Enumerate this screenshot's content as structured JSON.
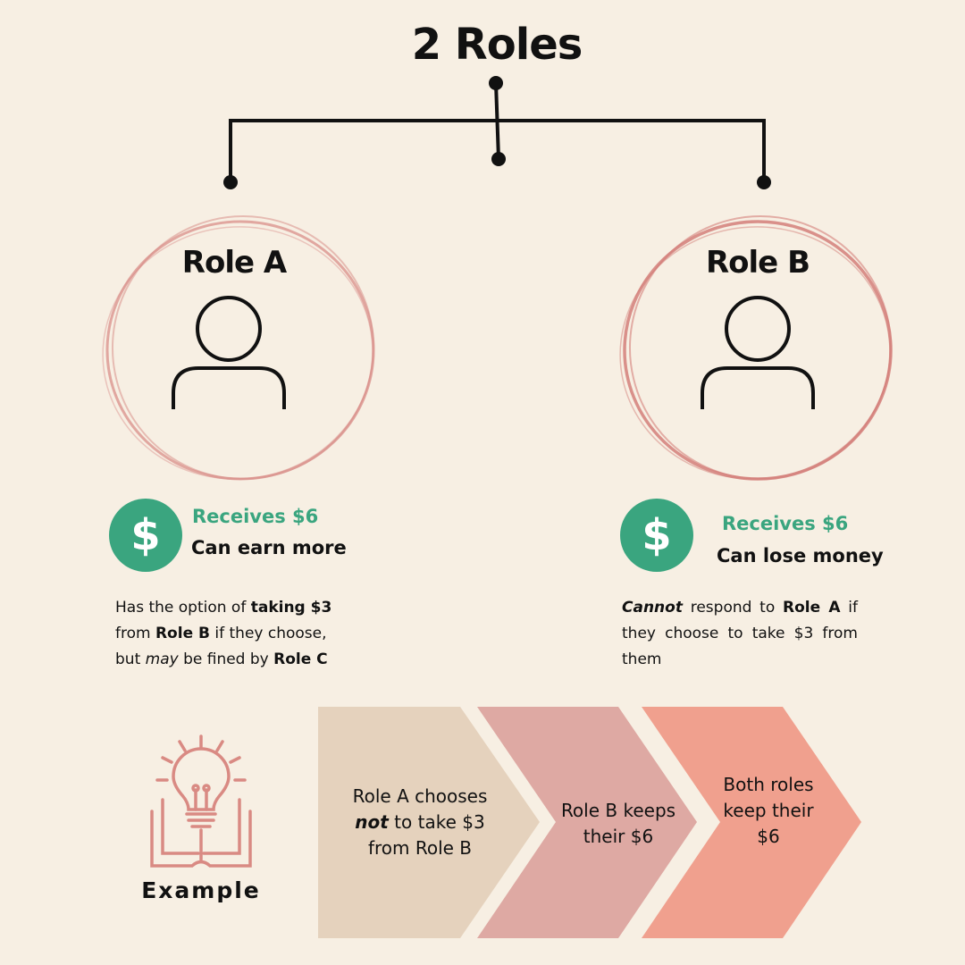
{
  "title": "2 Roles",
  "colors": {
    "background": "#f7efe3",
    "green": "#3aa57f",
    "ring": "#d98f8a",
    "arrow1": "#e5d2bd",
    "arrow2": "#dea9a3",
    "arrow3": "#f0a08e",
    "icon": "#d98a83"
  },
  "roles": {
    "a": {
      "title": "Role A",
      "icon": "user-icon",
      "dollar_symbol": "$",
      "receives": "Receives $6",
      "sub": "Can earn more",
      "desc": {
        "t1": "Has the option of ",
        "b1": "taking $3",
        "t2": " from ",
        "b2": "Role B",
        "t3": " if they choose, but ",
        "i1": "may",
        "t4": " be fined by ",
        "b3": "Role C"
      }
    },
    "b": {
      "title": "Role B",
      "icon": "user-icon",
      "dollar_symbol": "$",
      "receives": "Receives $6",
      "sub": "Can lose money",
      "desc": {
        "bi1": "Cannot",
        "t1": " respond to ",
        "b1": "Role A",
        "t2": " if they choose to take $3 from them"
      }
    }
  },
  "example": {
    "label": "Example",
    "icon": "lightbulb-book-icon",
    "steps": {
      "s1": {
        "t1": "Role A chooses ",
        "bi": "not",
        "t2": " to take $3 from Role B"
      },
      "s2": "Role B keeps their $6",
      "s3": "Both roles keep their $6"
    }
  }
}
